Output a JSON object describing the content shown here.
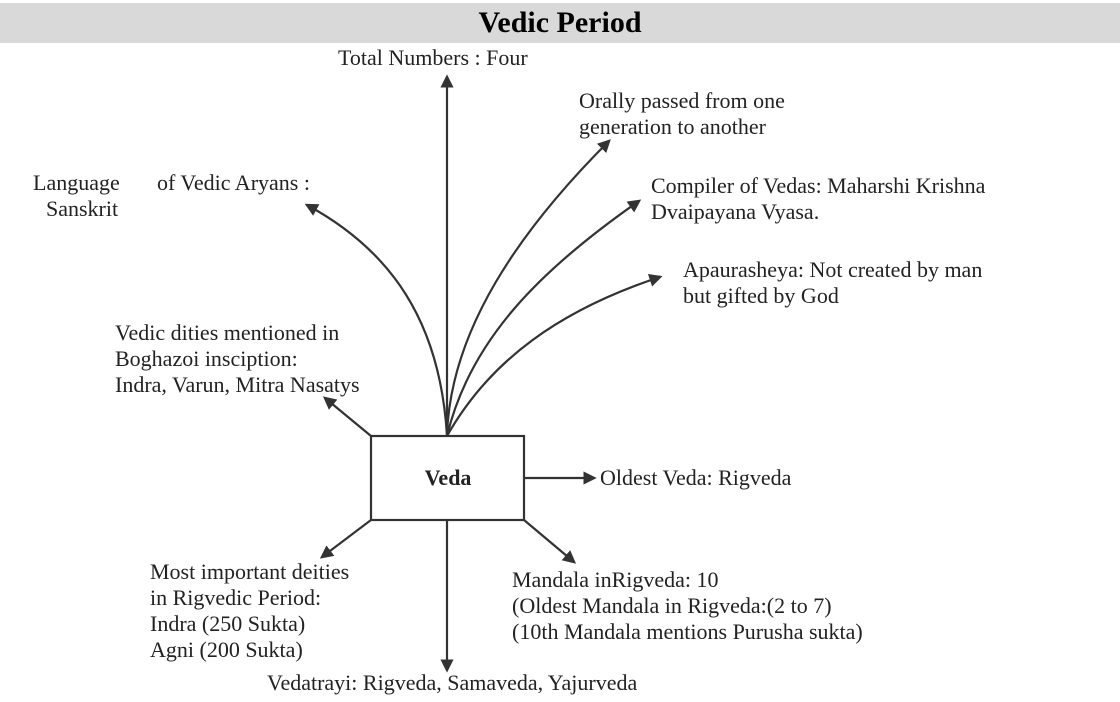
{
  "title": "Vedic Period",
  "center": "Veda",
  "branches": {
    "total_numbers": "Total Numbers : Four",
    "orally_passed": [
      "Orally passed from one",
      "generation to another"
    ],
    "language": [
      "Language",
      "Sanskrit"
    ],
    "language_rest": "of Vedic Aryans :",
    "compiler": [
      "Compiler of Vedas: Maharshi Krishna",
      "Dvaipayana Vyasa."
    ],
    "apaurasheya": [
      "Apaurasheya: Not created by man",
      "but gifted by God"
    ],
    "vedic_dities": [
      "Vedic dities mentioned in",
      "Boghazoi insciption:",
      "Indra, Varun, Mitra Nasatys"
    ],
    "oldest_veda": "Oldest Veda: Rigveda",
    "important_deities": [
      "Most important deities",
      "in Rigvedic Period:",
      "Indra (250 Sukta)",
      "Agni (200 Sukta)"
    ],
    "mandala": [
      "Mandala inRigveda: 10",
      "(Oldest Mandala in Rigveda:(2 to 7)",
      "(10th Mandala mentions Purusha sukta)"
    ],
    "vedatrayi": "Vedatrayi: Rigveda, Samaveda, Yajurveda"
  },
  "colors": {
    "title_bar": "#d9d9d9",
    "line": "#333333",
    "text": "#222222"
  }
}
